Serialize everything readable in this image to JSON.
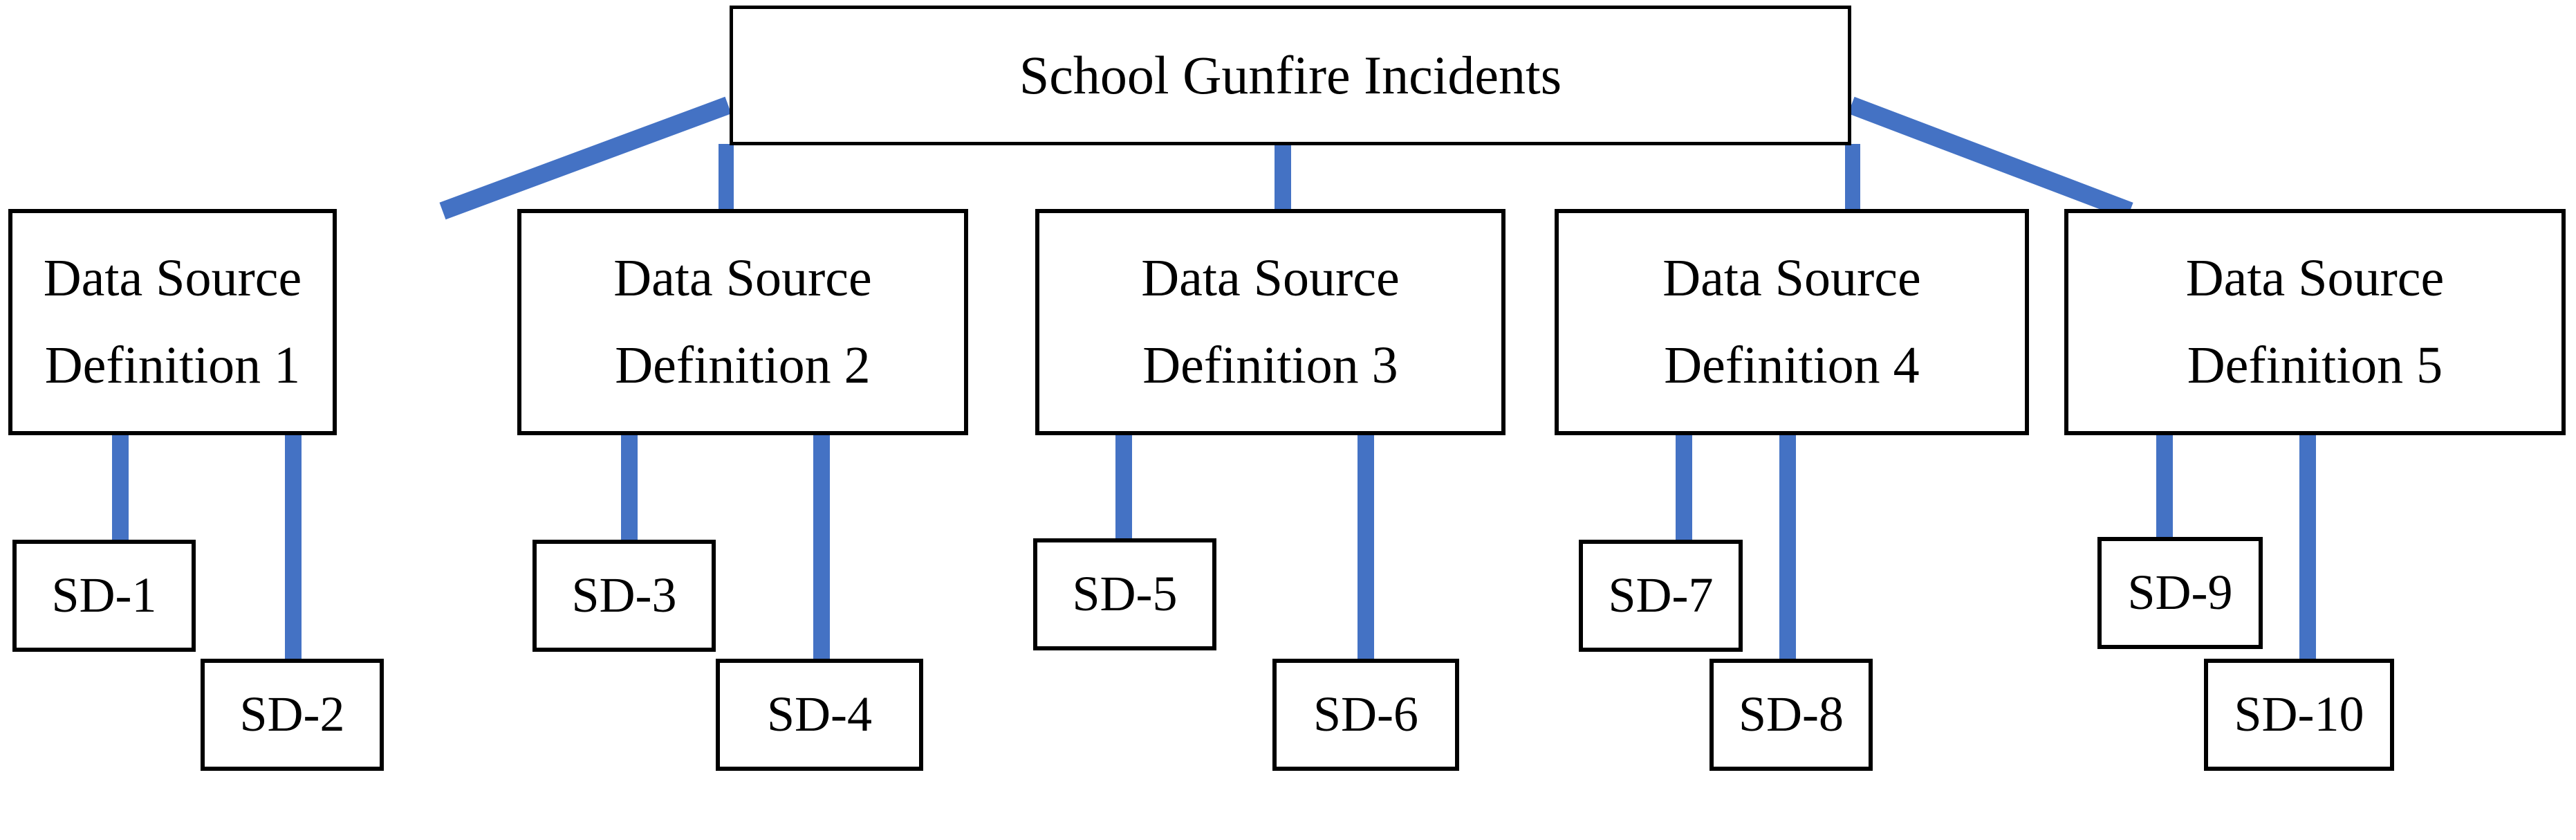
{
  "diagram": {
    "title": "School Gunfire Incidents",
    "accent_color": "#4472C4",
    "outline_color": "#000000",
    "background_color": "#FFFFFF",
    "root": {
      "label": "School Gunfire Incidents"
    },
    "definitions": [
      {
        "line1": "Data Source",
        "line2": "Definition 1"
      },
      {
        "line1": "Data Source",
        "line2": "Definition 2"
      },
      {
        "line1": "Data Source",
        "line2": "Definition 3"
      },
      {
        "line1": "Data Source",
        "line2": "Definition 4"
      },
      {
        "line1": "Data Source",
        "line2": "Definition 5"
      }
    ],
    "source_documents": [
      {
        "label": "SD-1"
      },
      {
        "label": "SD-2"
      },
      {
        "label": "SD-3"
      },
      {
        "label": "SD-4"
      },
      {
        "label": "SD-5"
      },
      {
        "label": "SD-6"
      },
      {
        "label": "SD-7"
      },
      {
        "label": "SD-8"
      },
      {
        "label": "SD-9"
      },
      {
        "label": "SD-10"
      }
    ]
  }
}
